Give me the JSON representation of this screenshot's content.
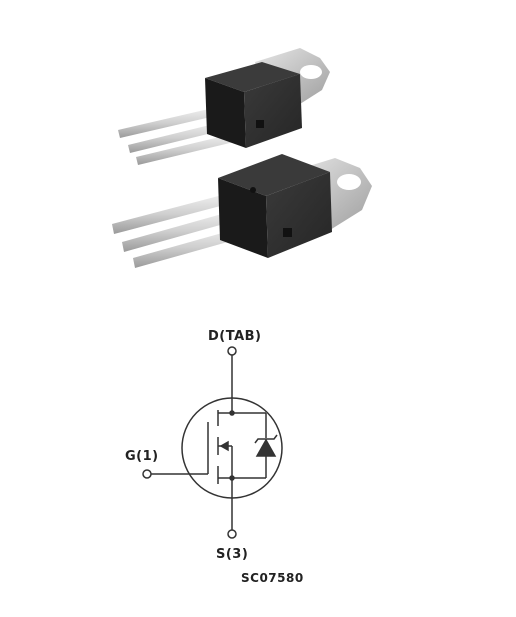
{
  "schematic": {
    "drain_label": "D(TAB)",
    "gate_label": "G(1)",
    "source_label": "S(3)",
    "drawing_code": "SC07580"
  },
  "package": {
    "name": "TO-220",
    "views": 2,
    "leads_per_view": 3
  },
  "colors": {
    "body": "#2b2b2b",
    "body_side": "#1c1c1c",
    "tab": "#c9c9c9",
    "lead": "#d2d2d2",
    "line": "#333333"
  },
  "icons": [
    "drain-terminal-icon",
    "gate-terminal-icon",
    "source-terminal-icon",
    "zener-diode-icon"
  ]
}
